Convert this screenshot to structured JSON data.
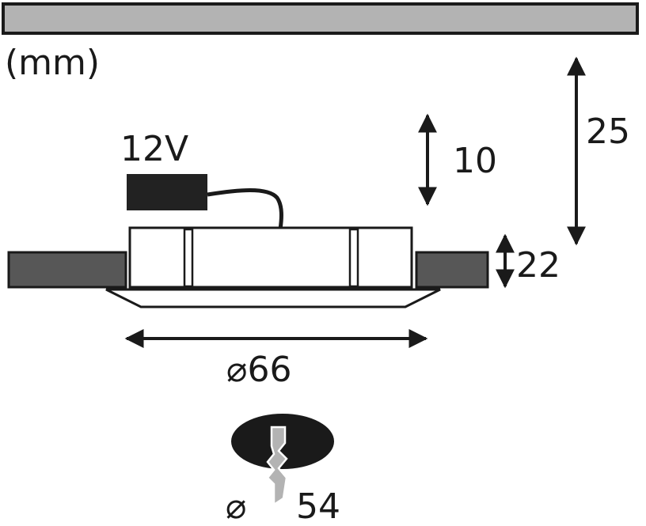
{
  "labels": {
    "unit": "(mm)",
    "voltage": "12V",
    "depth_top": "10",
    "clearance": "25",
    "thickness": "22",
    "diameter": "⌀66",
    "cutout_symbol": "⌀",
    "cutout": "54"
  },
  "colors": {
    "ceiling": "#b3b3b3",
    "panel": "#575757",
    "driver": "#222222",
    "stroke": "#1a1a1a",
    "fill_white": "#ffffff"
  }
}
